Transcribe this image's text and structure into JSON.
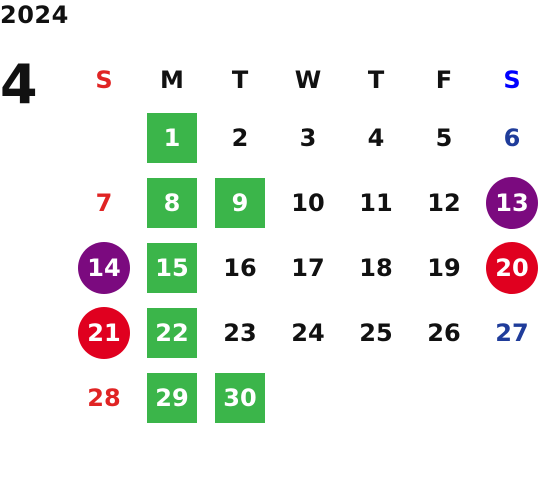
{
  "year": "2024",
  "month": "4",
  "weekdays": [
    "S",
    "M",
    "T",
    "W",
    "T",
    "F",
    "S"
  ],
  "weeks": [
    [
      "",
      "1",
      "2",
      "3",
      "4",
      "5",
      "6"
    ],
    [
      "7",
      "8",
      "9",
      "10",
      "11",
      "12",
      "13"
    ],
    [
      "14",
      "15",
      "16",
      "17",
      "18",
      "19",
      "20"
    ],
    [
      "21",
      "22",
      "23",
      "24",
      "25",
      "26",
      "27"
    ],
    [
      "28",
      "29",
      "30",
      "",
      "",
      "",
      ""
    ]
  ],
  "colors": {
    "green": "#3bb54a",
    "purple": "#7b0a7f",
    "red": "#e0001f",
    "sunday_text": "#e02424",
    "saturday_header": "#0000ff",
    "saturday_text": "#1f3c9a"
  },
  "highlights": {
    "green_square": [
      "1",
      "8",
      "9",
      "15",
      "22",
      "29",
      "30"
    ],
    "purple_circle": [
      "13",
      "14"
    ],
    "red_circle": [
      "20",
      "21"
    ]
  }
}
